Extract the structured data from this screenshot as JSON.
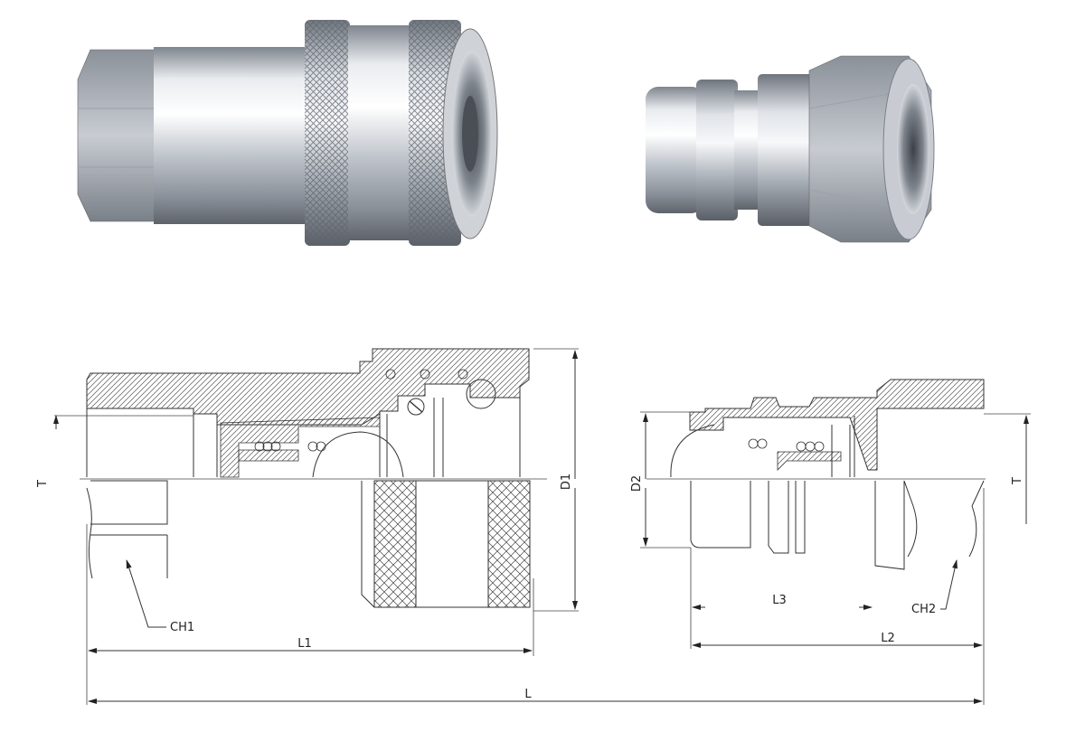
{
  "labels": {
    "T_left": "T",
    "T_right": "T",
    "D1": "D1",
    "D2": "D2",
    "L1": "L1",
    "L2": "L2",
    "L3": "L3",
    "L": "L",
    "CH1": "CH1",
    "CH2": "CH2"
  },
  "colors": {
    "metal_light": "#f2f3f5",
    "metal_mid": "#b9bec6",
    "metal_dark": "#6d737c",
    "line": "#333333",
    "hatch": "#555555"
  },
  "photos": {
    "socket": "female-socket-coupler-photo",
    "plug": "male-plug-nipple-photo"
  }
}
